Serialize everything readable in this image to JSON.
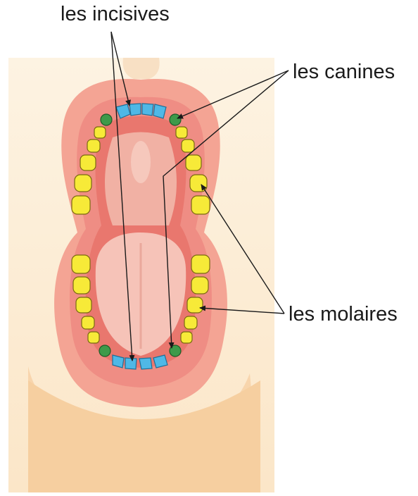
{
  "labels": {
    "incisives": "les incisives",
    "canines": "les canines",
    "molaires": "les molaires"
  },
  "colors": {
    "skin_light": "#fdf1dc",
    "skin_mid": "#f7d8b4",
    "skin_dark": "#f2c698",
    "lip": "#f09a8e",
    "gum": "#ef8a82",
    "mouth_inner": "#e8766e",
    "palate": "#f2b5a8",
    "tongue": "#f7c2b7",
    "incisor": "#4fb8e6",
    "canine": "#3e9a4a",
    "molar": "#f7ea38",
    "arrow": "#1a1a1a"
  },
  "tooth_types": [
    "incisive",
    "canine",
    "molar"
  ]
}
